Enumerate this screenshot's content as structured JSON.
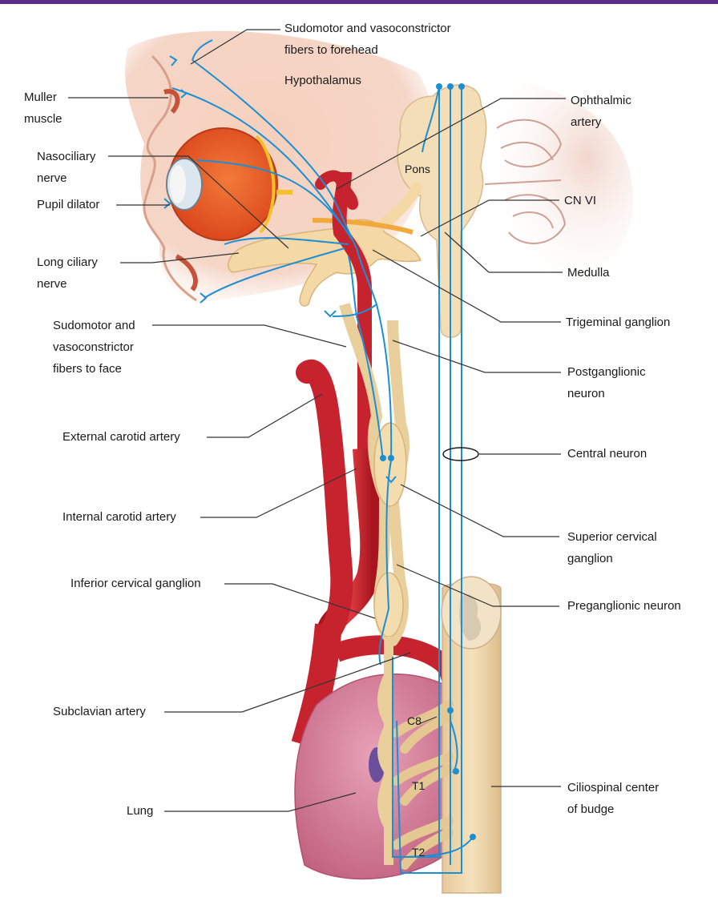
{
  "colors": {
    "frame": "#5b2d86",
    "nerve": "#1c8fd2",
    "artery": "#c6232f",
    "ganglion": "#f2d9a8",
    "skin": "#f3c9b6",
    "lung": "#d07a9a",
    "eye": "#e8541e"
  },
  "labels": {
    "sudomotor_forehead": "Sudomotor and vasoconstrictor\nfibers to forehead",
    "hypothalamus": "Hypothalamus",
    "muller": "Muller\nmuscle",
    "nasociliary": "Nasociliary\nnerve",
    "pupil_dilator": "Pupil dilator",
    "long_ciliary": "Long ciliary\nnerve",
    "sudomotor_face": "Sudomotor and\nvasoconstrictor\nfibers to face",
    "external_carotid": "External carotid artery",
    "internal_carotid": "Internal carotid artery",
    "inferior_cervical": "Inferior cervical ganglion",
    "subclavian": "Subclavian artery",
    "lung": "Lung",
    "ophthalmic": "Ophthalmic\nartery",
    "cn_vi": "CN VI",
    "medulla": "Medulla",
    "trigeminal": "Trigeminal ganglion",
    "postganglionic": "Postganglionic\nneuron",
    "central": "Central neuron",
    "superior_cervical": "Superior cervical\nganglion",
    "preganglionic": "Preganglionic neuron",
    "ciliospinal": "Ciliospinal center\nof budge",
    "pons": "Pons",
    "c8": "C8",
    "t1": "T1",
    "t2": "T2"
  }
}
